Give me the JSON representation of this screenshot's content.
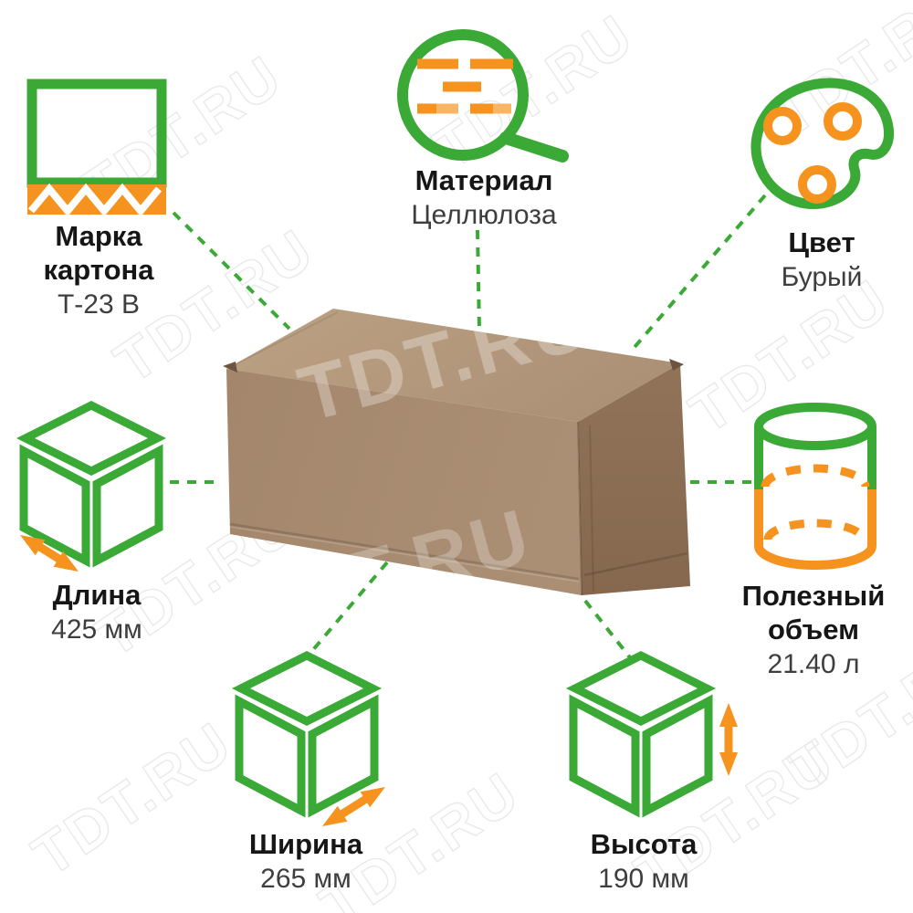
{
  "watermark": {
    "text": "TDT.RU"
  },
  "colors": {
    "green": "#3aa935",
    "orange": "#f6921e",
    "orange-light": "#f9b566",
    "label": "#161616",
    "value": "#3e3e3e",
    "box-top": "#b49a7e",
    "box-front": "#a5886d",
    "box-side": "#8c6f54"
  },
  "specs": {
    "cardboard_grade": {
      "label": "Марка картона",
      "value": "Т-23 В"
    },
    "material": {
      "label": "Материал",
      "value": "Целлюлоза"
    },
    "color": {
      "label": "Цвет",
      "value": "Бурый"
    },
    "length": {
      "label": "Длина",
      "value": "425 мм"
    },
    "volume": {
      "label": "Полезный объем",
      "value": "21.40 л"
    },
    "width": {
      "label": "Ширина",
      "value": "265 мм"
    },
    "height": {
      "label": "Высота",
      "value": "190 мм"
    }
  }
}
